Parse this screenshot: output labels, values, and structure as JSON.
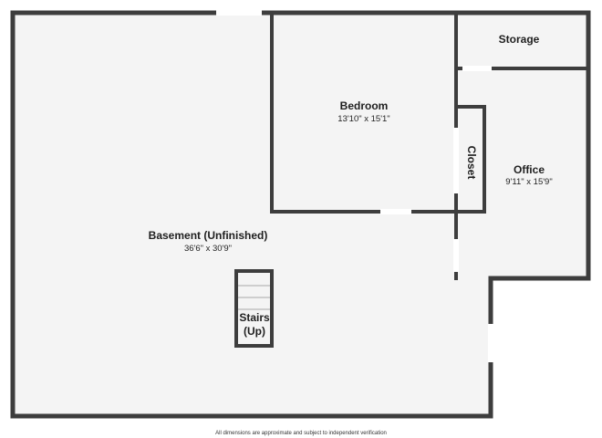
{
  "colors": {
    "wall": "#3d3d3d",
    "floor": "#f4f4f4",
    "background": "#ffffff",
    "opening": "#ffffff",
    "text": "#1f1f1f"
  },
  "rooms": {
    "basement": {
      "name": "Basement (Unfinished)",
      "dimensions": "36'6\" x 30'9\""
    },
    "bedroom": {
      "name": "Bedroom",
      "dimensions": "13'10\" x 15'1\""
    },
    "storage": {
      "name": "Storage"
    },
    "closet": {
      "name": "Closet"
    },
    "office": {
      "name": "Office",
      "dimensions": "9'11\" x 15'9\""
    },
    "stairs": {
      "name_line1": "Stairs",
      "name_line2": "(Up)"
    }
  },
  "disclaimer": "All dimensions are approximate and subject to independent verification"
}
